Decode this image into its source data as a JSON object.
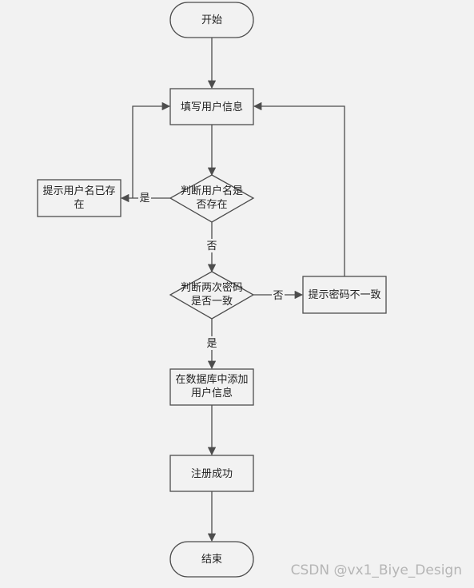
{
  "flowchart": {
    "start": "开始",
    "fill_info": "填写用户信息",
    "check_username": [
      "判断用户名是",
      "否存在"
    ],
    "username_exists_msg": [
      "提示用户名已存",
      "在"
    ],
    "check_password": [
      "判断两次密码",
      "是否一致"
    ],
    "password_mismatch_msg": "提示密码不一致",
    "add_to_db": [
      "在数据库中添加",
      "用户信息"
    ],
    "success": "注册成功",
    "end": "结束",
    "edge_yes_username": "是",
    "edge_no_username": "否",
    "edge_no_password": "否",
    "edge_yes_password": "是"
  },
  "watermark": "CSDN @vx1_Biye_Design"
}
